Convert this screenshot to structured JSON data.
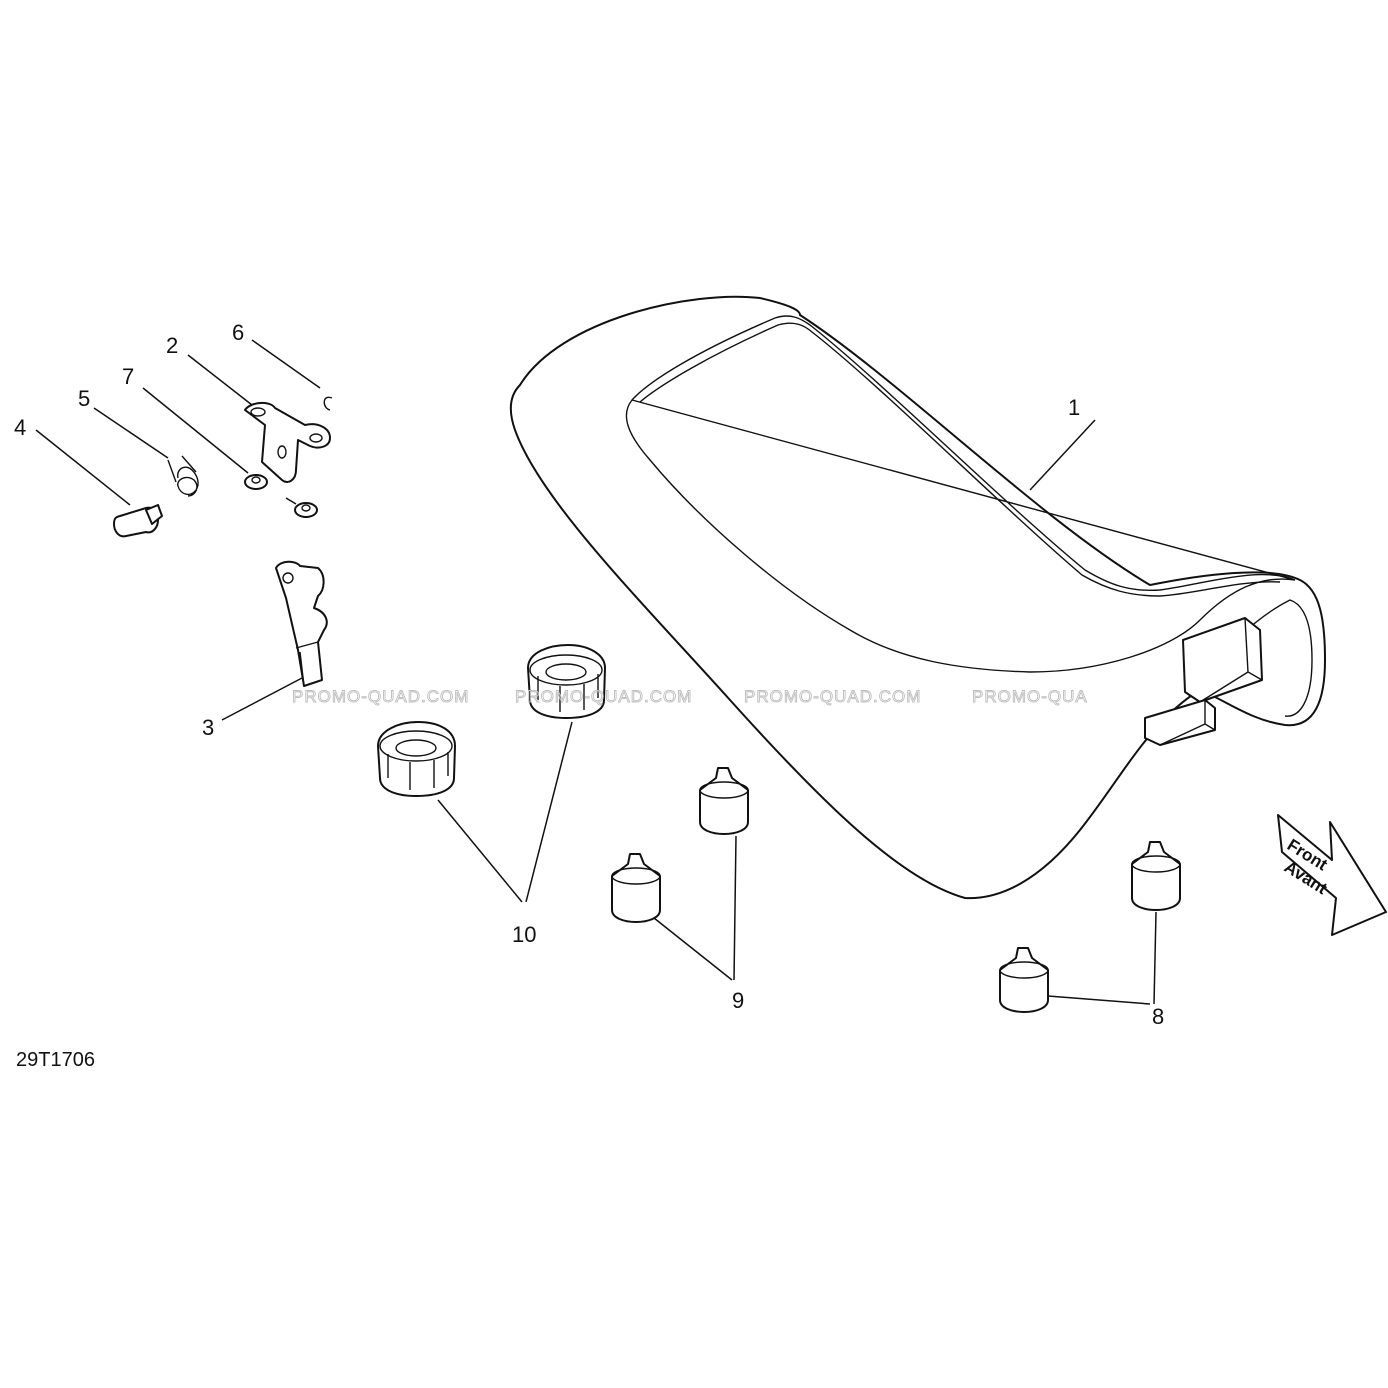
{
  "callouts": {
    "c1": "1",
    "c2": "2",
    "c3": "3",
    "c4": "4",
    "c5": "5",
    "c6": "6",
    "c7": "7",
    "c8": "8",
    "c9": "9",
    "c10": "10"
  },
  "watermarks": [
    "PROMO-QUAD.COM",
    "PROMO-QUAD.COM",
    "PROMO-QUAD.COM",
    "PROMO-QUA"
  ],
  "diagram_code": "29T1706",
  "direction_arrow": {
    "line1": "Front",
    "line2": "Avant"
  }
}
